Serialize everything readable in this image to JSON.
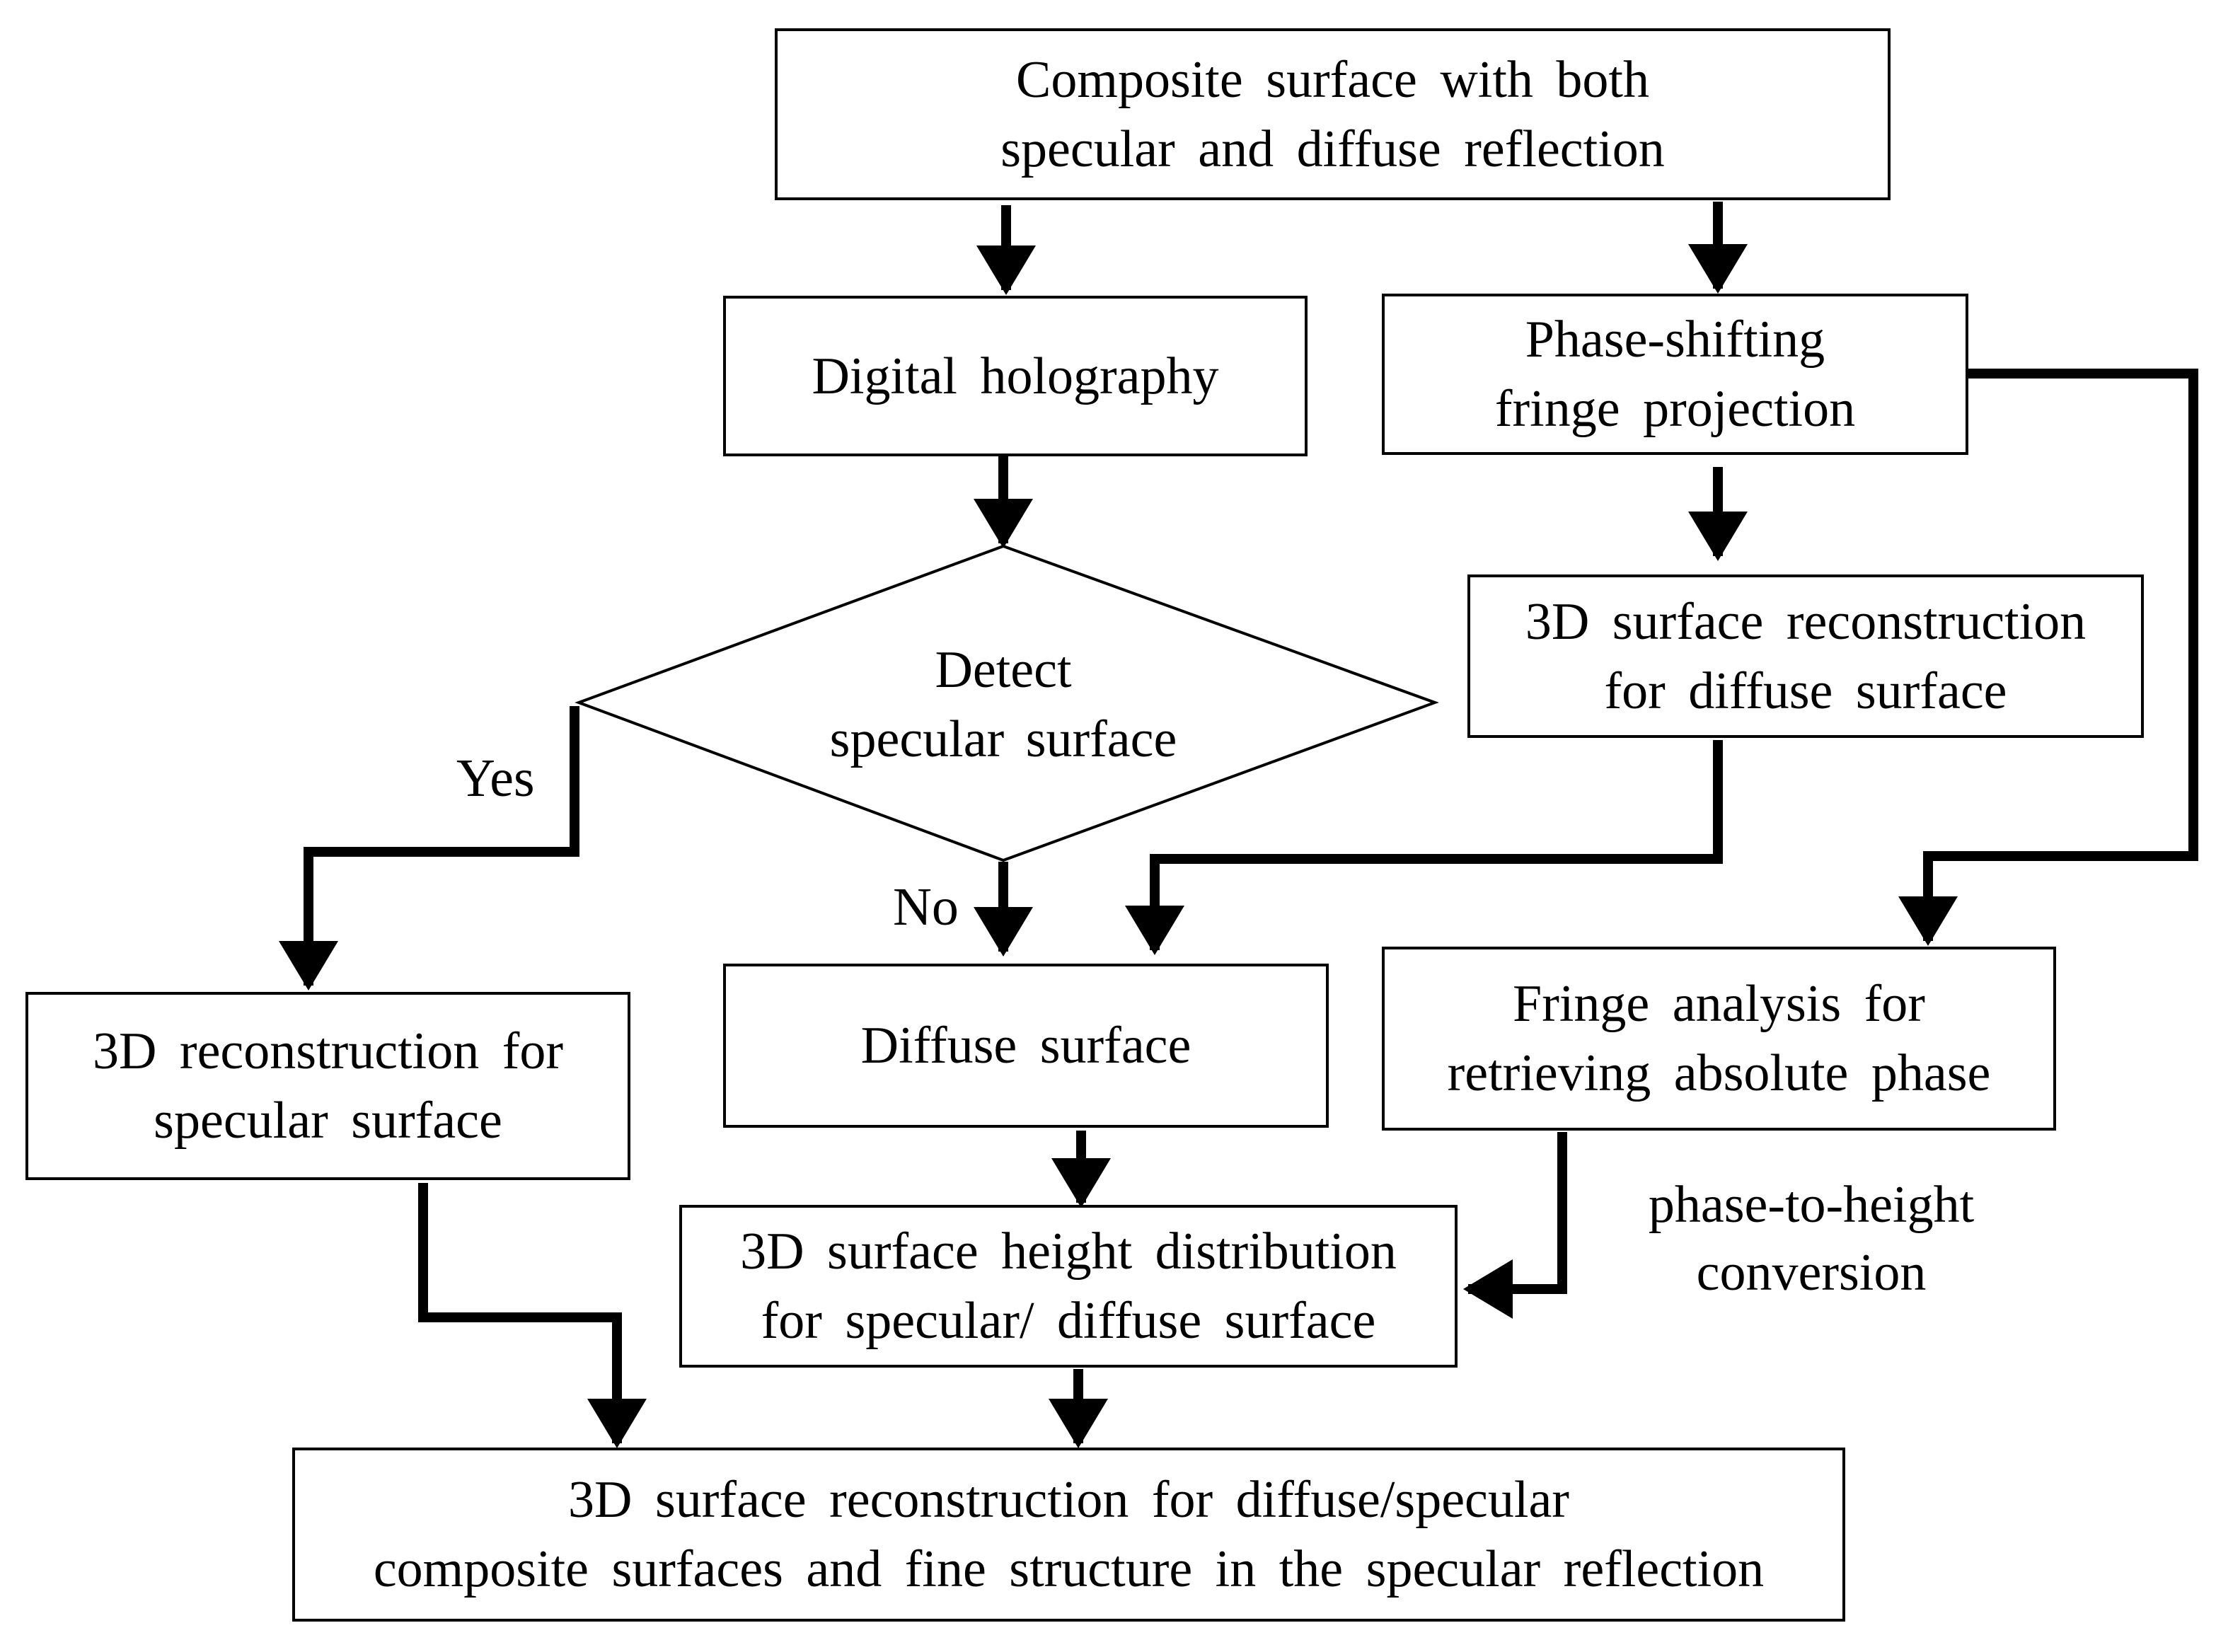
{
  "boxes": {
    "top": [
      "Composite surface with both",
      "specular and diffuse reflection"
    ],
    "digital_holography": [
      "Digital holography"
    ],
    "phase_shifting": [
      "Phase-shifting",
      "fringe projection"
    ],
    "reconstruction_diffuse": [
      "3D surface reconstruction",
      "for diffuse surface"
    ],
    "decision": [
      "Detect",
      "specular surface"
    ],
    "reconstruction_specular": [
      "3D reconstruction for",
      "specular surface"
    ],
    "diffuse_surface": [
      "Diffuse surface"
    ],
    "fringe_analysis": [
      "Fringe analysis for",
      "retrieving absolute phase"
    ],
    "height_distribution": [
      "3D surface height distribution",
      "for specular/ diffuse surface"
    ],
    "final": [
      "3D surface reconstruction for diffuse/specular",
      "composite surfaces and fine structure in the specular reflection"
    ]
  },
  "labels": {
    "yes": "Yes",
    "no": "No",
    "conversion": [
      "phase-to-height",
      "conversion"
    ]
  }
}
